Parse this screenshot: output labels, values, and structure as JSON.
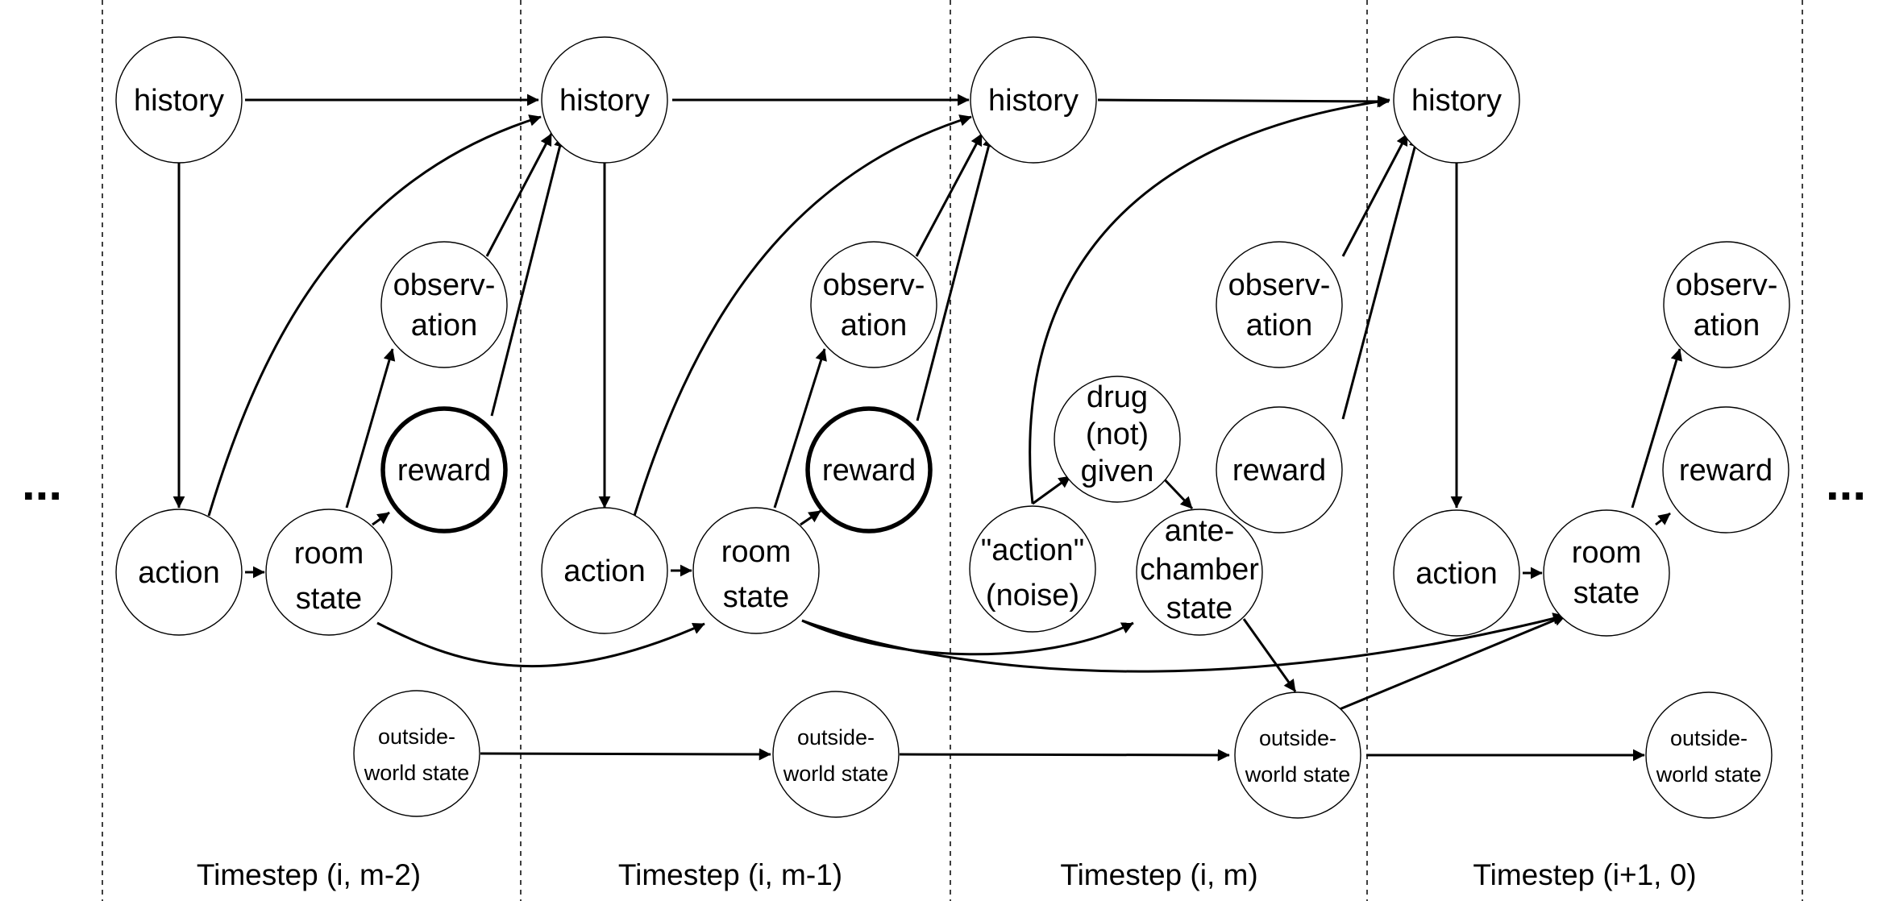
{
  "timesteps": [
    {
      "label": "Timestep (i, m-2)"
    },
    {
      "label": "Timestep (i, m-1)"
    },
    {
      "label": "Timestep (i, m)"
    },
    {
      "label": "Timestep (i+1, 0)"
    }
  ],
  "ellipsis": {
    "left": "...",
    "right": "..."
  },
  "nodes": {
    "history": "history",
    "action": "action",
    "room_state": [
      "room",
      "state"
    ],
    "observation": [
      "observ-",
      "ation"
    ],
    "reward": "reward",
    "outside_world": [
      "outside-",
      "world state"
    ],
    "drug": [
      "drug",
      "(not)",
      "given"
    ],
    "noise_action": [
      "\"action\"",
      "(noise)"
    ],
    "antechamber": [
      "ante-",
      "chamber",
      "state"
    ]
  }
}
